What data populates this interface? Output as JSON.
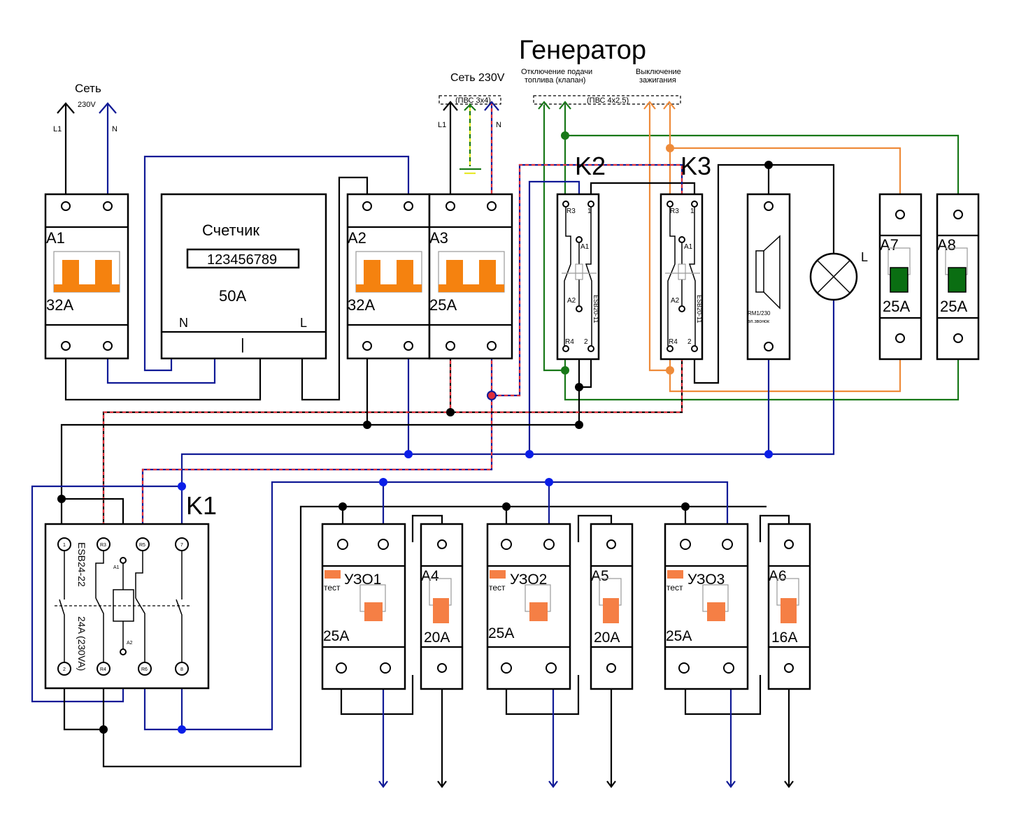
{
  "title": "Генератор",
  "colors": {
    "phase": "#000000",
    "neutral": "#101a96",
    "fuel_control": "#187818",
    "ignition_control": "#ee8b3a",
    "generator_neutral_stripe": "#e0303a",
    "breaker_handle": "#f5820f",
    "rcd_handle": "#f57f45",
    "generator_breaker_handle": "#0a6e12"
  },
  "grid_input": {
    "title": "Сеть",
    "voltage": "230V",
    "l_label": "L1",
    "n_label": "N"
  },
  "generator_input": {
    "title": "Сеть 230V",
    "cable": "(ПВС 3х4)",
    "l_label": "L1",
    "n_label": "N"
  },
  "generator_control": {
    "fuel_label_line1": "Отключение подачи",
    "fuel_label_line2": "топлива (клапан)",
    "ignition_label_line1": "Выключение",
    "ignition_label_line2": "зажигания",
    "cable": "(ПВС 4х2,5)"
  },
  "meter": {
    "title": "Счетчик",
    "reading": "123456789",
    "rating": "50A",
    "n_label": "N",
    "l_label": "L",
    "center_mark": "|"
  },
  "breakers": [
    {
      "id": "A1",
      "rating": "32A"
    },
    {
      "id": "A2",
      "rating": "32A"
    },
    {
      "id": "A3",
      "rating": "25A"
    },
    {
      "id": "A4",
      "rating": "20A"
    },
    {
      "id": "A5",
      "rating": "20A"
    },
    {
      "id": "A6",
      "rating": "16A"
    },
    {
      "id": "A7",
      "rating": "25A"
    },
    {
      "id": "A8",
      "rating": "25A"
    }
  ],
  "rcds": [
    {
      "id": "УЗО1",
      "rating": "25A",
      "test_label": "тест"
    },
    {
      "id": "УЗО2",
      "rating": "25A",
      "test_label": "тест"
    },
    {
      "id": "УЗО3",
      "rating": "25A",
      "test_label": "тест"
    }
  ],
  "relays": [
    {
      "id": "K2",
      "model": "ESB20-11",
      "terminals": [
        "R3",
        "1",
        "A1",
        "A2",
        "R4",
        "2"
      ]
    },
    {
      "id": "K3",
      "model": "ESB20-11",
      "terminals": [
        "R3",
        "1",
        "A1",
        "A2",
        "R4",
        "2"
      ]
    }
  ],
  "contactor": {
    "id": "K1",
    "model": "ESB24-22",
    "rating": "24A (230VA)",
    "terminals": [
      "1",
      "R3",
      "R5",
      "7",
      "2",
      "R4",
      "R6",
      "8",
      "A1",
      "A2"
    ]
  },
  "bell": {
    "model": "RM1/230",
    "desc": "эл.звонок"
  },
  "lamp": {
    "label": "L"
  }
}
